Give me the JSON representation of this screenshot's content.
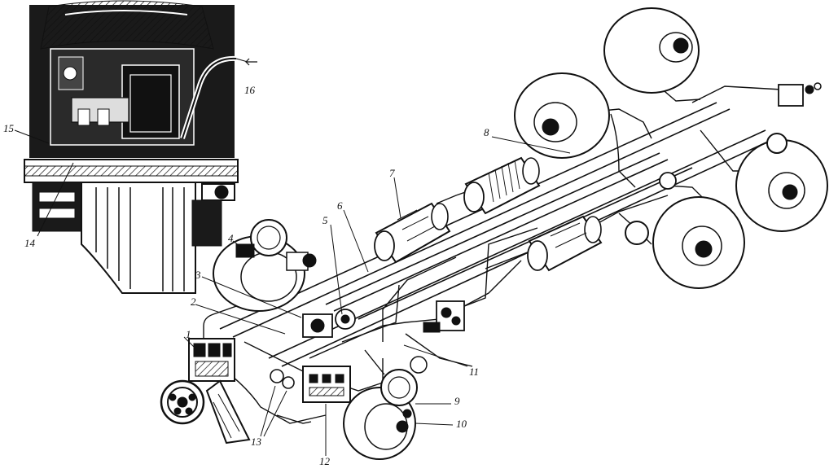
{
  "labels": {
    "l1": "1",
    "l2": "2",
    "l3": "3",
    "l4": "4",
    "l5": "5",
    "l6": "6",
    "l7": "7",
    "l8": "8",
    "l9": "9",
    "l10": "10",
    "l11": "11",
    "l12": "12",
    "l13": "13",
    "l14": "14",
    "l15": "15",
    "l16": "16"
  },
  "colors": {
    "ink": "#111111",
    "paper": "#ffffff",
    "shade": "#1a1a1a"
  }
}
